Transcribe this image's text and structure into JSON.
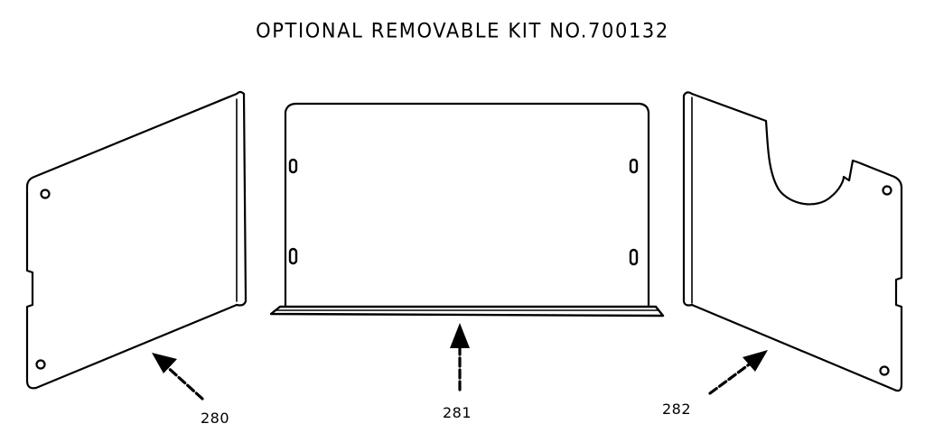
{
  "title": "OPTIONAL REMOVABLE KIT NO.700132",
  "parts": [
    {
      "number": "280"
    },
    {
      "number": "281"
    },
    {
      "number": "282"
    }
  ]
}
